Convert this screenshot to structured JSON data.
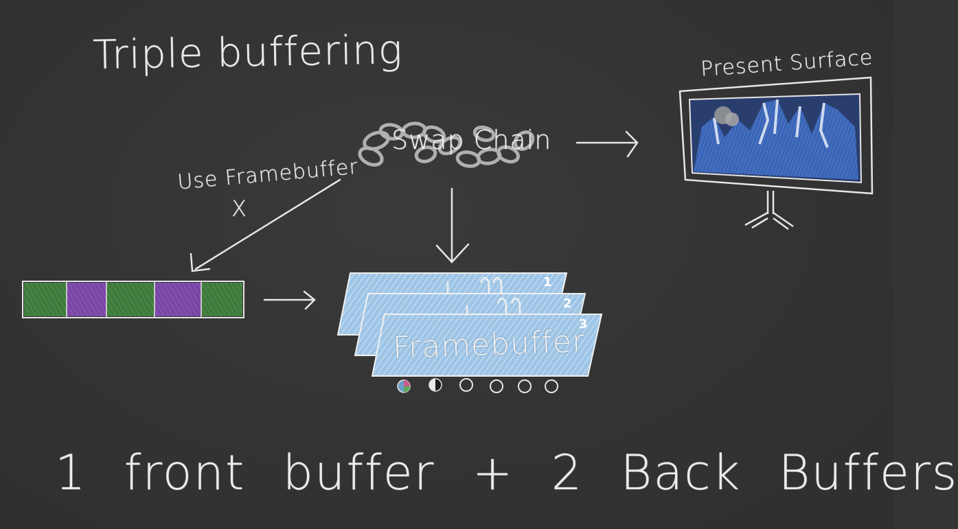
{
  "diagram": {
    "title": "Triple buffering",
    "swap_chain_label": "Swap Chain",
    "present_surface_label": "Present Surface",
    "use_framebuffer_label": "Use Framebuffer",
    "x_mark": "X",
    "framebuffer_label": "Framebuffer",
    "framebuffer_numbers": [
      "1",
      "2",
      "3"
    ],
    "bottom_caption": "1 front buffer + 2 Back Buffers"
  },
  "colors": {
    "background": "#343434",
    "chalk": "#ececec",
    "framebuffer_blue": "#9fc5e6",
    "queue_green": "#3f7a3c",
    "queue_purple": "#7a46a6",
    "mountain_blue": "#3a64b6"
  },
  "icons": {
    "chain": "chain-links-icon",
    "monitor": "monitor-screen-icon",
    "attachments": "attachment-circles-icon"
  }
}
